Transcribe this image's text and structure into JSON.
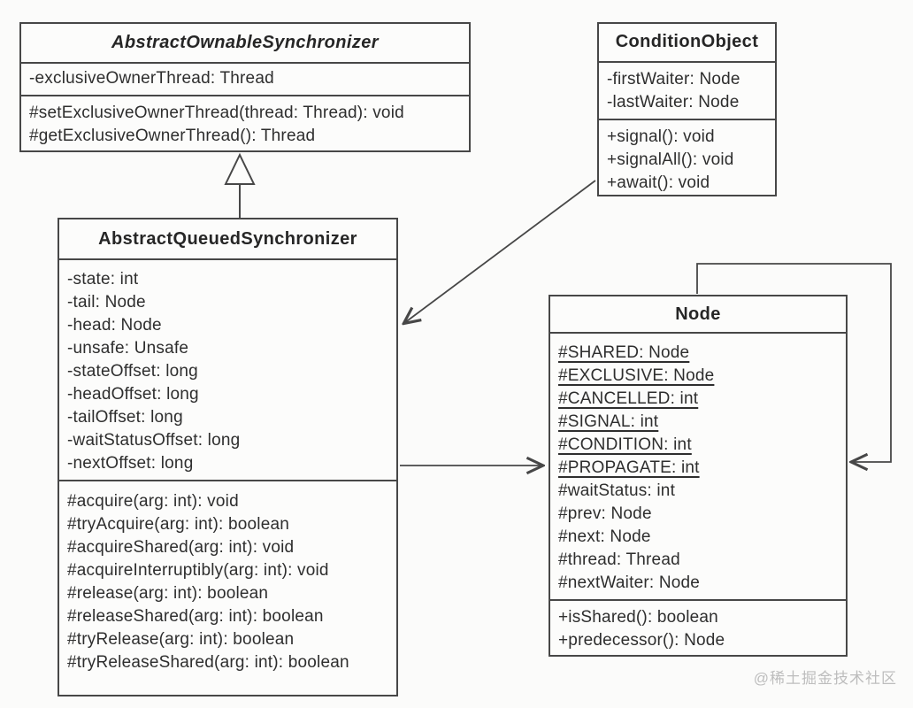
{
  "diagram_title": "AbstractQueuedSynchronizer UML class diagram",
  "colors": {
    "line": "#474747",
    "text": "#2e2e2e",
    "background": "#fbfbfa",
    "watermark": "#bdbdbd"
  },
  "classes": {
    "aos": {
      "name": "AbstractOwnableSynchronizer",
      "abstract": true,
      "fields": [
        "-exclusiveOwnerThread: Thread"
      ],
      "methods": [
        "#setExclusiveOwnerThread(thread: Thread): void",
        "#getExclusiveOwnerThread(): Thread"
      ]
    },
    "condition": {
      "name": "ConditionObject",
      "abstract": false,
      "fields": [
        "-firstWaiter: Node",
        "-lastWaiter: Node"
      ],
      "methods": [
        "+signal(): void",
        "+signalAll(): void",
        "+await(): void"
      ]
    },
    "aqs": {
      "name": "AbstractQueuedSynchronizer",
      "abstract": false,
      "fields": [
        "-state: int",
        "-tail: Node",
        "-head: Node",
        "-unsafe: Unsafe",
        "-stateOffset: long",
        "-headOffset: long",
        "-tailOffset: long",
        "-waitStatusOffset: long",
        "-nextOffset: long"
      ],
      "methods": [
        "#acquire(arg: int): void",
        "#tryAcquire(arg: int): boolean",
        "#acquireShared(arg: int): void",
        "#acquireInterruptibly(arg: int): void",
        "#release(arg: int): boolean",
        "#releaseShared(arg: int): boolean",
        "#tryRelease(arg: int): boolean",
        "#tryReleaseShared(arg: int): boolean"
      ]
    },
    "node": {
      "name": "Node",
      "abstract": false,
      "static_fields": [
        "#SHARED: Node",
        "#EXCLUSIVE: Node",
        "#CANCELLED: int",
        "#SIGNAL: int",
        "#CONDITION: int",
        "#PROPAGATE: int"
      ],
      "fields": [
        "#waitStatus: int",
        "#prev: Node",
        "#next: Node",
        "#thread: Thread",
        "#nextWaiter: Node"
      ],
      "methods": [
        "+isShared(): boolean",
        "+predecessor(): Node"
      ]
    }
  },
  "relationships": [
    {
      "type": "generalization",
      "from": "AbstractQueuedSynchronizer",
      "to": "AbstractOwnableSynchronizer"
    },
    {
      "type": "association",
      "from": "ConditionObject",
      "to": "AbstractQueuedSynchronizer"
    },
    {
      "type": "association",
      "from": "AbstractQueuedSynchronizer",
      "to": "Node"
    },
    {
      "type": "self-association",
      "from": "Node",
      "to": "Node"
    }
  ],
  "watermark": "@稀土掘金技术社区"
}
